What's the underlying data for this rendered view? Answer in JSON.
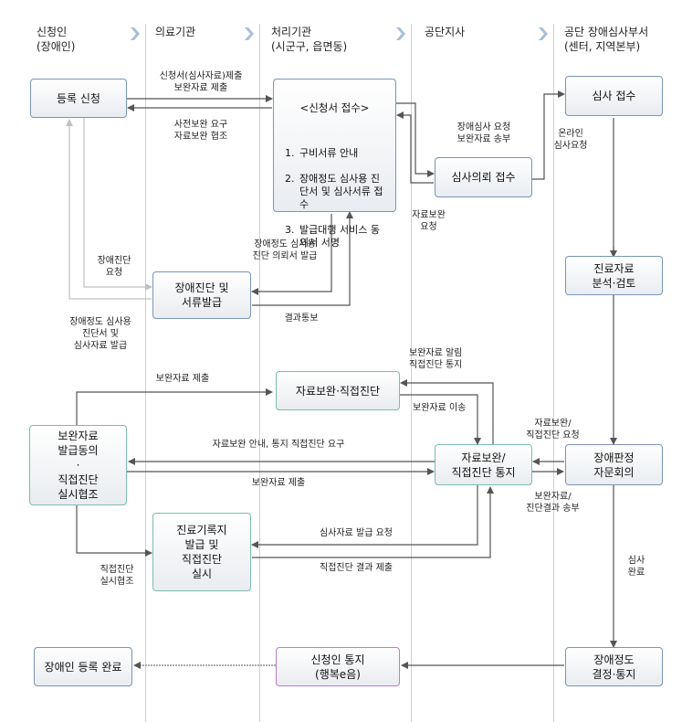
{
  "lanes": [
    {
      "title": "신청인\n(장애인)"
    },
    {
      "title": "의료기관"
    },
    {
      "title": "처리기관\n(시군구, 읍면동)"
    },
    {
      "title": "공단지사"
    },
    {
      "title": "공단 장애심사부서\n(센터, 지역본부)"
    }
  ],
  "nodes": {
    "register_request": "등록 신청",
    "application_intake": {
      "title": "<신청서 접수>",
      "items": [
        "구비서류 안내",
        "장애정도 심사용 진단서 및 심사서류 접수",
        "발급대행 서비스 동의서 서명"
      ]
    },
    "review_receipt": "심사 접수",
    "review_request_receipt": "심사의뢰 접수",
    "diagnosis_issue": "장애진단 및\n서류발급",
    "medical_analysis": "진료자료\n분석·검토",
    "supplement_direct_diag": "자료보완·직접진단",
    "consent_coop": "보완자료\n발급동의\n·\n직접진단\n실시협조",
    "supplement_notice": "자료보완/\n직접진단 통지",
    "grading_committee": "장애판정\n자문회의",
    "record_issue_diag": "진료기록지\n발급 및\n직접진단\n실시",
    "registration_done": "장애인 등록 완료",
    "applicant_notice": "신청인 통지\n(행복e음)",
    "grade_decision": "장애정도\n결정·통지"
  },
  "labels": {
    "submit_application": "신청서(심사자료)제출\n보완자료 제출",
    "pre_supplement": "사전보완 요구\n자료보완 협조",
    "review_request_send": "장애심사 요청\n보완자료 송부",
    "online_review": "온라인\n심사요청",
    "supplement_request": "자료보완\n요청",
    "diag_request": "장애진단\n요청",
    "diag_referral": "장애정도 심사용\n진단 의뢰서 발급",
    "result_notify": "결과통보",
    "diag_docs_issue": "장애정도 심사용\n진단서 및\n심사자료 발급",
    "supplement_submit_top": "보완자료 제출",
    "supplement_alert": "보완자료 알림\n직접진단 통지",
    "supplement_transfer": "보완자료 이송",
    "supplement_guide": "자료보완 안내, 통지 직접진단 요구",
    "supplement_submit_mid": "보완자료 제출",
    "supplement_direct_request": "자료보완/\n직접진단 요청",
    "supplement_result_send": "보완자료/\n진단결과 송부",
    "review_docs_request": "심사자료 발급 요청",
    "direct_diag_result": "직접진단 결과 제출",
    "direct_diag_coop": "직접진단\n실시협조",
    "review_done": "심사\n완료"
  },
  "colors": {
    "box_border_blue": "#7a95b8",
    "box_border_teal": "#7cbcb0",
    "box_border_purple": "#b77fc6",
    "arrow": "#555555",
    "arrow_light": "#bbbbbb",
    "chevron": "#a9bfd8"
  }
}
